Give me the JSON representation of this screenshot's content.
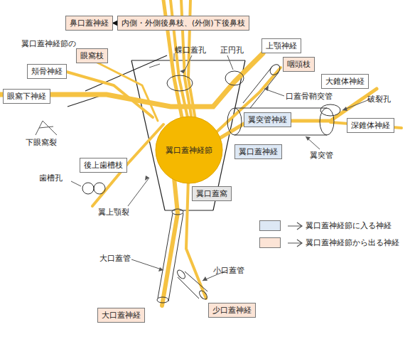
{
  "diagram": {
    "nodes": [
      {
        "text": [
          "鼻口蓋神経"
        ]
      },
      {
        "text": [
          "内側・外側後鼻枝、(外側)下後鼻枝"
        ]
      },
      {
        "text": [
          "眼窩枝"
        ]
      },
      {
        "text": [
          "頬骨神経"
        ]
      },
      {
        "text": [
          "上顎神経"
        ]
      },
      {
        "text": [
          "咽頭枝"
        ]
      },
      {
        "text": [
          "大錐体神経"
        ]
      },
      {
        "text": [
          "眼窩下神経"
        ]
      },
      {
        "text": [
          "翼突管神経"
        ]
      },
      {
        "text": [
          "深錐体神経"
        ]
      },
      {
        "text": [
          "翼口蓋神経節"
        ]
      },
      {
        "text": [
          "翼口蓋神経"
        ]
      },
      {
        "text": [
          "翼口蓋窩"
        ]
      },
      {
        "text": [
          "後上歯槽枝"
        ]
      },
      {
        "text": [
          "大口蓋神経"
        ]
      },
      {
        "text": [
          "少口蓋神経"
        ]
      }
    ],
    "edges": [
      {
        "from": 1,
        "to": 0,
        "arrow": "to"
      }
    ],
    "labels": [
      "翼口蓋神経節の",
      "蝶口蓋孔",
      "正円孔",
      "口蓋骨鞘突管",
      "破裂孔",
      "翼突管",
      "下眼窩裂",
      "歯槽孔",
      "翼上顎裂",
      "大口蓋管",
      "小口蓋管"
    ],
    "legend": [
      {
        "text": "翼口蓋神経節に入る神経",
        "color": "#dde8f5"
      },
      {
        "text": "翼口蓋神経節から出る神経",
        "color": "#fce4d6"
      }
    ]
  }
}
